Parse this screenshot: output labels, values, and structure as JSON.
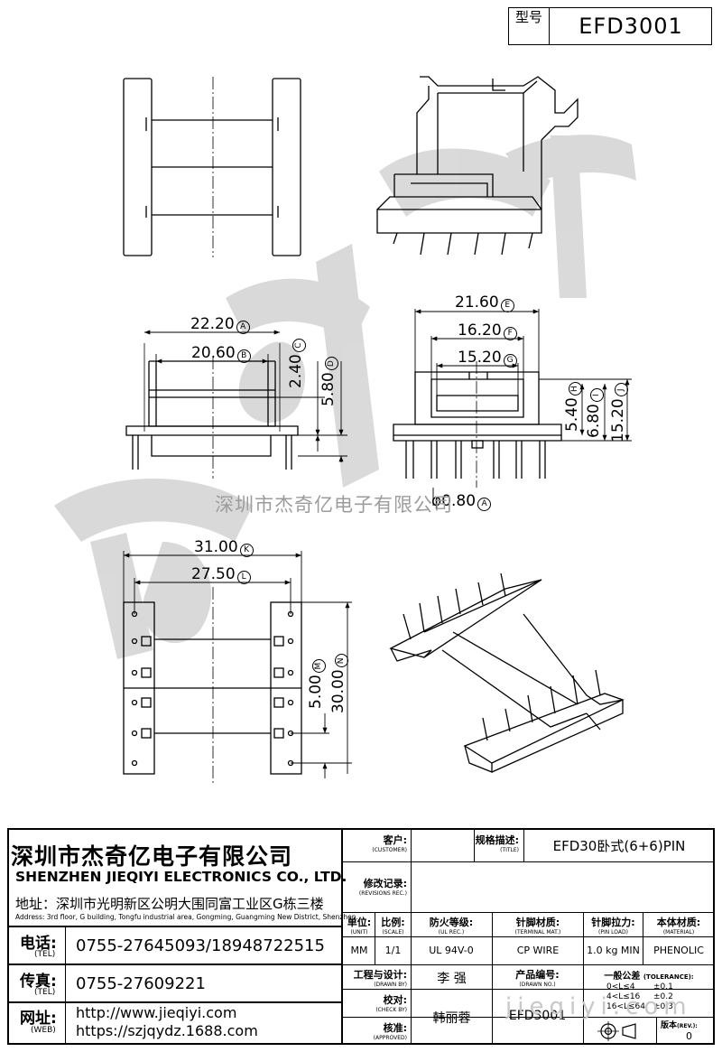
{
  "model": {
    "label": "型号",
    "value": "EFD3001"
  },
  "watermark": {
    "company": "深圳市杰奇亿电子有限公司",
    "site": "jieqiyi.com"
  },
  "dimensions": {
    "d1": "22.20",
    "d1_tag": "A",
    "d2": "20.60",
    "d2_tag": "B",
    "d3": "2.40",
    "d3_tag": "C",
    "d4": "5.80",
    "d4_tag": "D",
    "d5": "21.60",
    "d5_tag": "E",
    "d6": "16.20",
    "d6_tag": "F",
    "d7": "15.20",
    "d7_tag": "G",
    "d8": "5.40",
    "d8_tag": "H",
    "d9": "6.80",
    "d9_tag": "I",
    "d10": "15.20",
    "d10_tag": "J",
    "d11": "φ0.80",
    "d11_tag": "A",
    "d12": "31.00",
    "d12_tag": "K",
    "d13": "27.50",
    "d13_tag": "L",
    "d14": "5.00",
    "d14_tag": "M",
    "d15": "30.00",
    "d15_tag": "N"
  },
  "company": {
    "name_cn": "深圳市杰奇亿电子有限公司",
    "name_en": "SHENZHEN JIEQIYI ELECTRONICS CO., LTD.",
    "address": "地址：深圳市光明新区公明大围同富工业区G栋三楼",
    "address_en": "Address: 3rd floor, G building, Tongfu industrial area, Gongming, Guangming New District, Shenzhen.",
    "tel_label": "电话:",
    "tel_label_en": "(TEL)",
    "tel": "0755-27645093/18948722515",
    "fax_label": "传真:",
    "fax_label_en": "(TEL)",
    "fax": "0755-27609221",
    "web_label": "网址:",
    "web_label_en": "(WEB)",
    "web1": "http://www.jieqiyi.com",
    "web2": "https://szjqydz.1688.com"
  },
  "titleblock": {
    "customer_cn": "客户:",
    "customer_en": "(CUSTOMER)",
    "title_cn": "规格描述:",
    "title_en": "(TITLE)",
    "title": "EFD30卧式(6+6)PIN",
    "rev_cn": "修改记录:",
    "rev_en": "(REVISIONS REC.)",
    "unit_cn": "单位:",
    "unit_en": "(UNIT)",
    "unit": "MM",
    "scale_cn": "比例:",
    "scale_en": "(SCALE)",
    "scale": "1/1",
    "ulrec_cn": "防火等级:",
    "ulrec_en": "(UL REC.)",
    "ulrec": "UL 94V-0",
    "terminal_cn": "针脚材质:",
    "terminal_en": "(TERMINAL MAT.)",
    "terminal": "CP WIRE",
    "pinload_cn": "针脚拉力:",
    "pinload_en": "(PIN LOAD)",
    "pinload": "1.0 kg MIN",
    "material_cn": "本体材质:",
    "material_en": "(MATERIAL)",
    "material": "PHENOLIC",
    "drawn_cn": "工程与设计:",
    "drawn_en": "(DRAWN BY)",
    "drawn": "李 强",
    "drawingno_cn": "产品编号:",
    "drawingno_en": "(DRAWN NO.)",
    "drawingno": "EFD3001",
    "check_cn": "校对:",
    "check_en": "(CHECK BY)",
    "check": "韩丽蓉",
    "approved_cn": "核准:",
    "approved_en": "(APPROVED)",
    "tolerance_cn": "一般公差",
    "tolerance_en": "(TOLERANCE):",
    "tol1": "0<L≤4",
    "tol1v": "±0.1",
    "tol2": "4<L≤16",
    "tol2v": "±0.2",
    "tol3": "16<L≤64",
    "tol3v": "±0.3",
    "rev_no_cn": "版本",
    "rev_no_en": "(REV.):",
    "rev_no": "0"
  }
}
